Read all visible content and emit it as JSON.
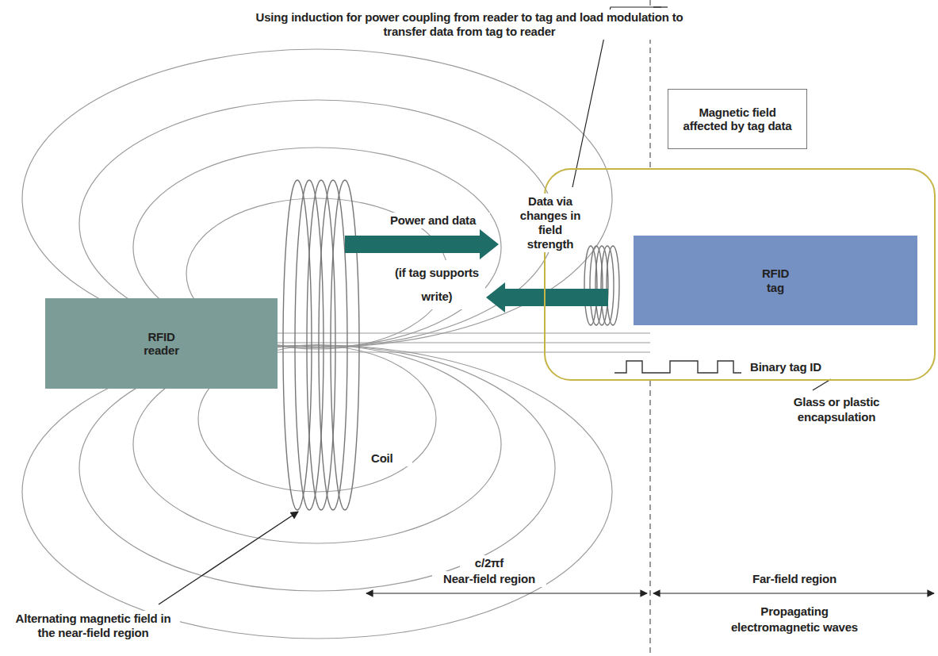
{
  "diagram": {
    "title": "Using induction for power coupling from reader to tag and load modulation to transfer data from tag to reader",
    "nodes": [
      {
        "text": [
          "RFID reader"
        ]
      },
      {
        "text": [
          "Magnetic field affected by tag data"
        ]
      },
      {
        "text": [
          "Glass or plastic encapsulation"
        ]
      },
      {
        "text": [
          "RFID tag"
        ],
        "in": 2
      }
    ],
    "edges": [
      {
        "from": 0,
        "to": 3,
        "arrow": "to",
        "label": "Power and data"
      },
      {
        "from": 3,
        "to": 0,
        "arrow": "to",
        "label": "Data via changes in field strength"
      }
    ],
    "labels": [
      "(if tag supports write)",
      "Binary tag ID",
      "Coil",
      "c/2πf",
      "Near-field region",
      "Far-field region",
      "Propagating electromagnetic waves",
      "Alternating magnetic field in the near-field region"
    ]
  }
}
